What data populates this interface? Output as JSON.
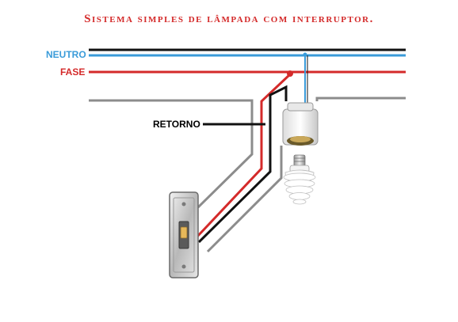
{
  "diagram": {
    "title": "Sistema simples de lâmpada com interruptor.",
    "labels": {
      "neutro": "NEUTRO",
      "fase": "FASE",
      "retorno": "RETORNO"
    },
    "colors": {
      "title": "#d42a2a",
      "neutral_wire": "#3a9bd9",
      "phase_wire": "#d42a2a",
      "return_wire": "#111111",
      "ground_conduit": "#8c8c8c"
    },
    "icons": {
      "lamp_socket": "lamp-socket-icon",
      "bulb": "cfl-bulb-icon",
      "switch": "wall-switch-icon"
    }
  }
}
